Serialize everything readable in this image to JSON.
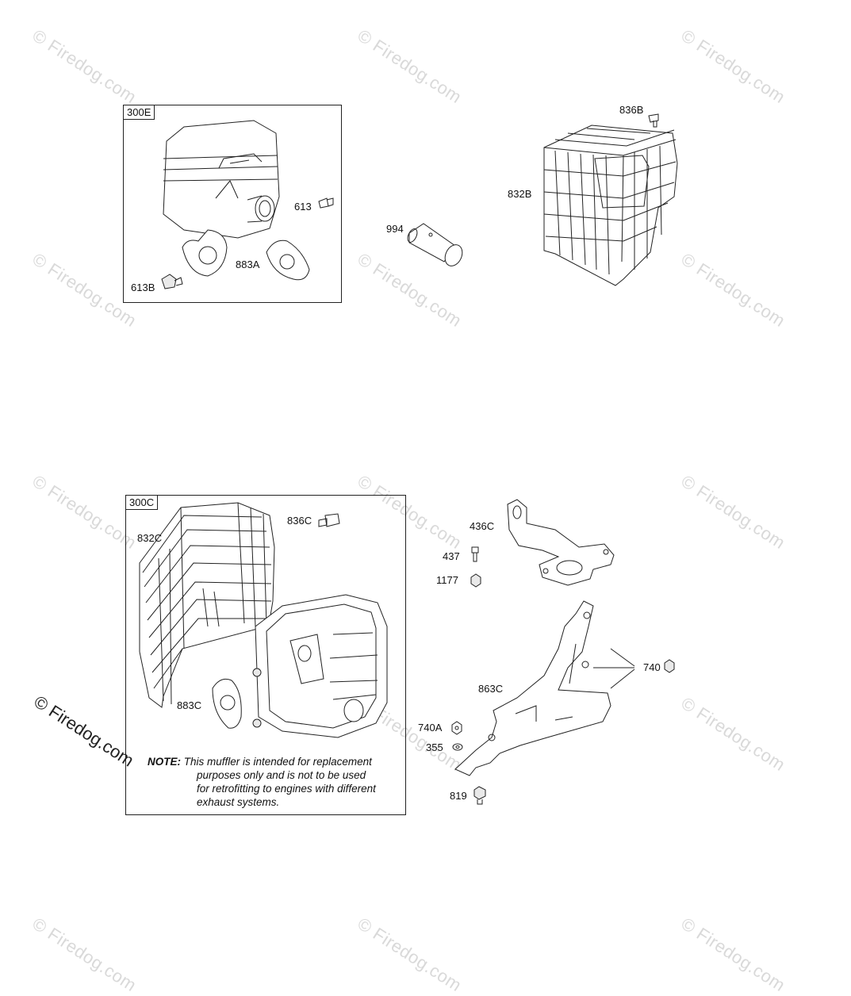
{
  "watermark": {
    "text": "© Firedog.com",
    "color": "#d9d9d9"
  },
  "watermark_main": {
    "text": "© Firedog.com"
  },
  "group_top": {
    "kit_tag": "300E",
    "labels": {
      "p613": "613",
      "p613b": "613B",
      "p883a": "883A",
      "p994": "994",
      "p836b": "836B",
      "p832b": "832B"
    }
  },
  "group_bottom": {
    "kit_tag": "300C",
    "labels": {
      "p832c": "832C",
      "p836c": "836C",
      "p883c": "883C",
      "p436c": "436C",
      "p437": "437",
      "p1177": "1177",
      "p740": "740",
      "p863c": "863C",
      "p740a": "740A",
      "p355": "355",
      "p819": "819"
    },
    "note": {
      "lead": "NOTE:",
      "line1": "This muffler is intended for replacement",
      "line2": "purposes only and is not to be used",
      "line3": "for retrofitting to engines with different",
      "line4": "exhaust systems."
    }
  },
  "icons": [
    "muffler-icon",
    "exhaust-pipe-icon",
    "gasket-icon",
    "screw-icon",
    "guard-cage-icon",
    "elbow-pipe-icon",
    "bracket-icon",
    "nut-icon",
    "washer-icon"
  ]
}
